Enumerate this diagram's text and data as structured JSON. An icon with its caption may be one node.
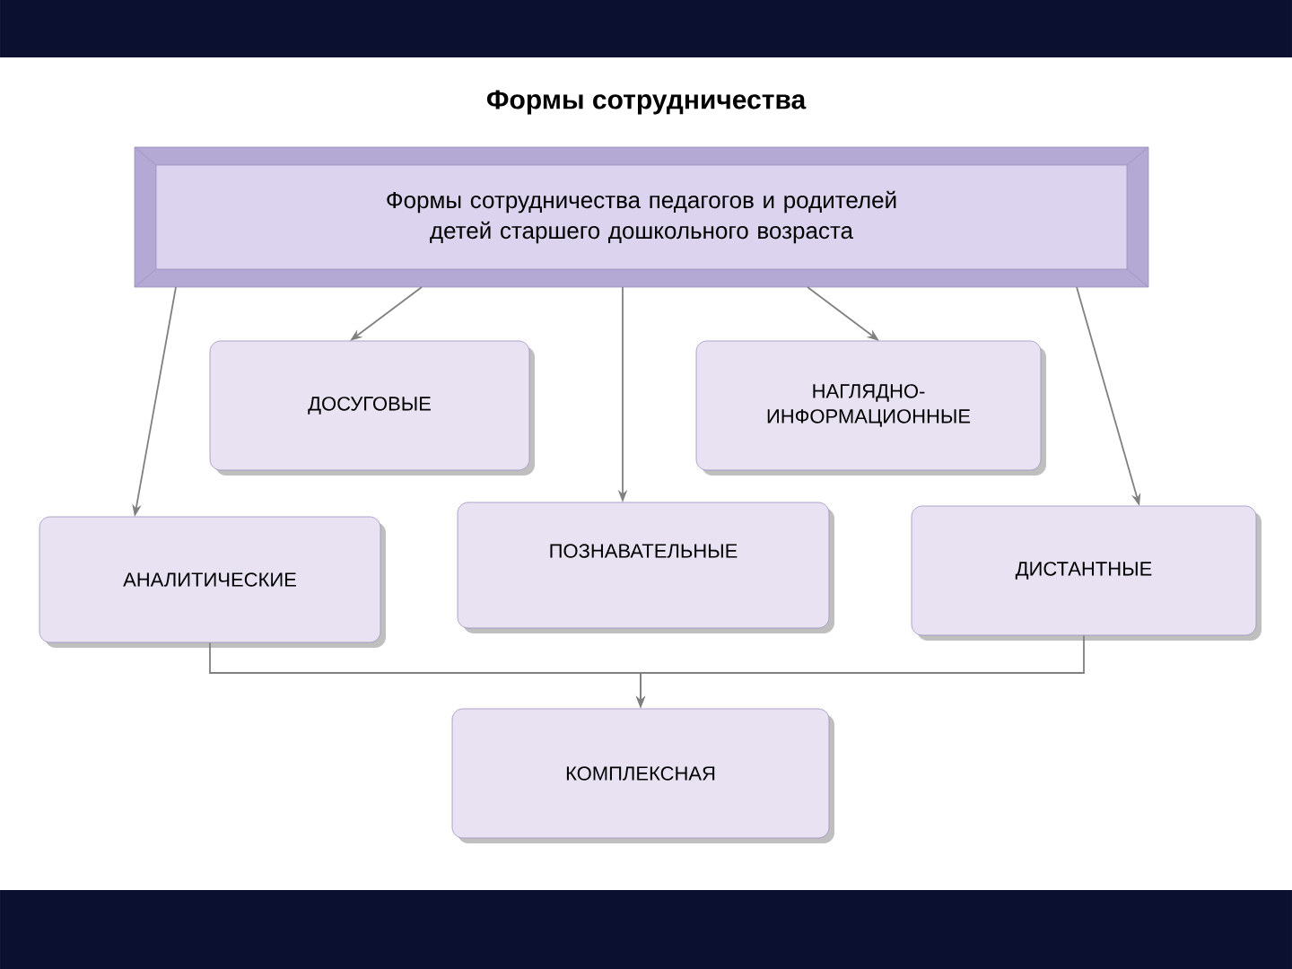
{
  "diagram": {
    "title": "Формы сотрудничества",
    "nodes": [
      {
        "text": [
          "Формы сотрудничества педагогов и родителей детей старшего дошкольного возраста"
        ]
      },
      {
        "text": [
          "ДОСУГОВЫЕ"
        ]
      },
      {
        "text": [
          "НАГЛЯДНО-ИНФОРМАЦИОННЫЕ"
        ]
      },
      {
        "text": [
          "АНАЛИТИЧЕСКИЕ"
        ]
      },
      {
        "text": [
          "ПОЗНАВАТЕЛЬНЫЕ"
        ]
      },
      {
        "text": [
          "ДИСТАНТНЫЕ"
        ]
      },
      {
        "text": [
          "КОМПЛЕКСНАЯ"
        ]
      }
    ],
    "edges": [
      {
        "from": 0,
        "to": 1,
        "arrow": "to"
      },
      {
        "from": 0,
        "to": 2,
        "arrow": "to"
      },
      {
        "from": 0,
        "to": 3,
        "arrow": "to"
      },
      {
        "from": 0,
        "to": 4,
        "arrow": "to"
      },
      {
        "from": 0,
        "to": 5,
        "arrow": "to"
      },
      {
        "from": 3,
        "to": 6,
        "arrow": "to"
      },
      {
        "from": 5,
        "to": 6,
        "arrow": "to"
      }
    ]
  }
}
